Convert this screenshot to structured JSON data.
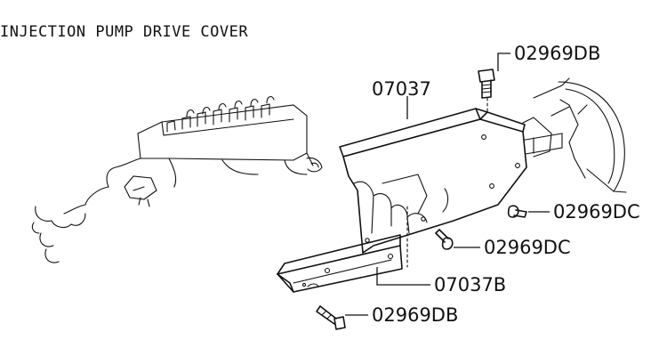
{
  "title": "INJECTION PUMP DRIVE COVER",
  "callouts": {
    "bolt_top": "02969DB",
    "cover_main": "07037",
    "screw_right": "02969DC",
    "screw_mid": "02969DC",
    "cover_lower": "07037B",
    "bolt_bottom": "02969DB"
  },
  "line_color": "#111111",
  "background": "#ffffff"
}
